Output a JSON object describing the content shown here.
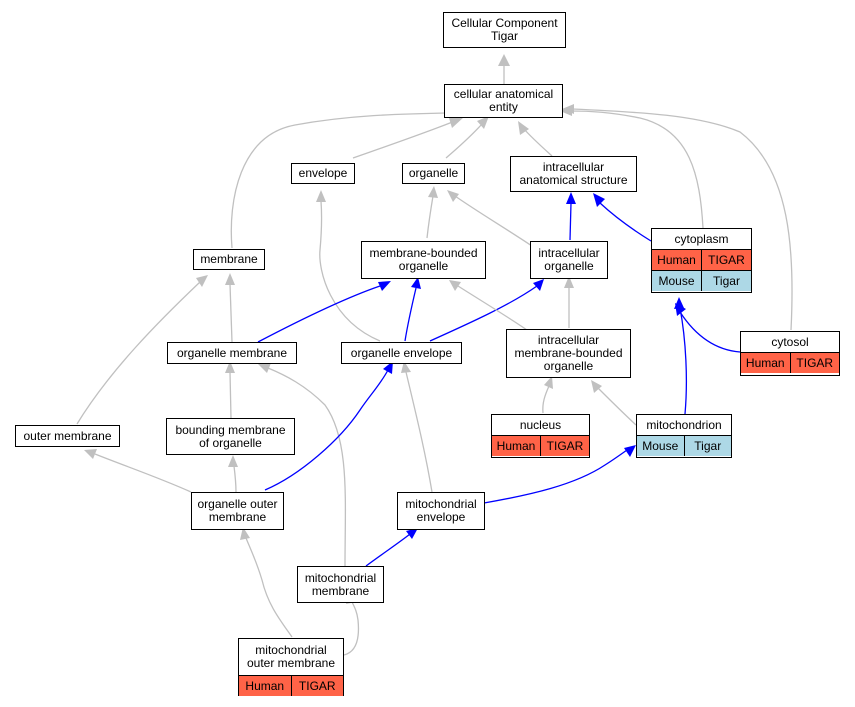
{
  "nodes": {
    "root": {
      "label": "Cellular Component\nTigar"
    },
    "cae": {
      "label": "cellular anatomical\nentity"
    },
    "envelope": {
      "label": "envelope"
    },
    "organelle": {
      "label": "organelle"
    },
    "ias": {
      "label": "intracellular\nanatomical structure"
    },
    "membrane": {
      "label": "membrane"
    },
    "mbo": {
      "label": "membrane-bounded\norganelle"
    },
    "io": {
      "label": "intracellular\norganelle"
    },
    "cytoplasm": {
      "label": "cytoplasm",
      "rows": [
        {
          "kind": "human",
          "cells": [
            "Human",
            "TIGAR"
          ]
        },
        {
          "kind": "mouse",
          "cells": [
            "Mouse",
            "Tigar"
          ]
        }
      ]
    },
    "om": {
      "label": "organelle membrane"
    },
    "oe": {
      "label": "organelle envelope"
    },
    "imbo": {
      "label": "intracellular\nmembrane-bounded\norganelle"
    },
    "cytosol": {
      "label": "cytosol",
      "rows": [
        {
          "kind": "human",
          "cells": [
            "Human",
            "TIGAR"
          ]
        }
      ]
    },
    "outm": {
      "label": "outer membrane"
    },
    "bmo": {
      "label": "bounding membrane\nof organelle"
    },
    "nucleus": {
      "label": "nucleus",
      "rows": [
        {
          "kind": "human",
          "cells": [
            "Human",
            "TIGAR"
          ]
        }
      ]
    },
    "mito": {
      "label": "mitochondrion",
      "rows": [
        {
          "kind": "mouse",
          "cells": [
            "Mouse",
            "Tigar"
          ]
        }
      ]
    },
    "oom": {
      "label": "organelle outer\nmembrane"
    },
    "me": {
      "label": "mitochondrial\nenvelope"
    },
    "mm": {
      "label": "mitochondrial\nmembrane"
    },
    "mom": {
      "label": "mitochondrial\nouter membrane",
      "rows": [
        {
          "kind": "human",
          "cells": [
            "Human",
            "TIGAR"
          ]
        }
      ]
    }
  },
  "colors": {
    "is_a_edge": "#c0c0c0",
    "part_of_edge": "#0000ff",
    "human_row": "#ff6347",
    "mouse_row": "#add8e6"
  }
}
